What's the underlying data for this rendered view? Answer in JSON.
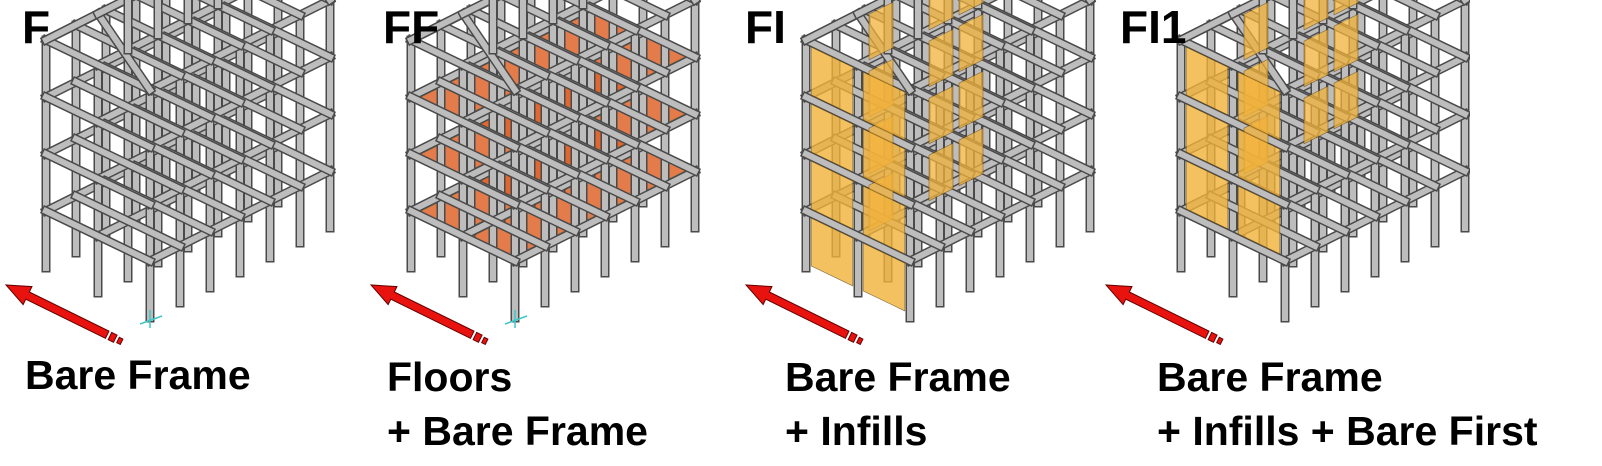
{
  "colors": {
    "frame": "#c4c4c4",
    "frame_edge": "#4a4a4a",
    "floor_slab": "#e0642c",
    "infill": "#f2b23a",
    "arrow": "#e8130f",
    "support": "#3cc8c8"
  },
  "panels": [
    {
      "code": "F",
      "caption": [
        "Bare Frame"
      ],
      "floors": false,
      "infills": "none",
      "supports": true,
      "icon": "seismic-direction-arrow"
    },
    {
      "code": "FF",
      "caption": [
        "Floors",
        "+ Bare Frame"
      ],
      "floors": true,
      "infills": "none",
      "supports": true,
      "icon": "seismic-direction-arrow"
    },
    {
      "code": "FI",
      "caption": [
        "Bare Frame",
        "+ Infills"
      ],
      "floors": false,
      "infills": "all",
      "supports": false,
      "icon": "seismic-direction-arrow"
    },
    {
      "code": "FI1",
      "caption": [
        "Bare Frame",
        "+ Infills + Bare First"
      ],
      "floors": false,
      "infills": "upper",
      "supports": false,
      "icon": "seismic-direction-arrow"
    }
  ]
}
